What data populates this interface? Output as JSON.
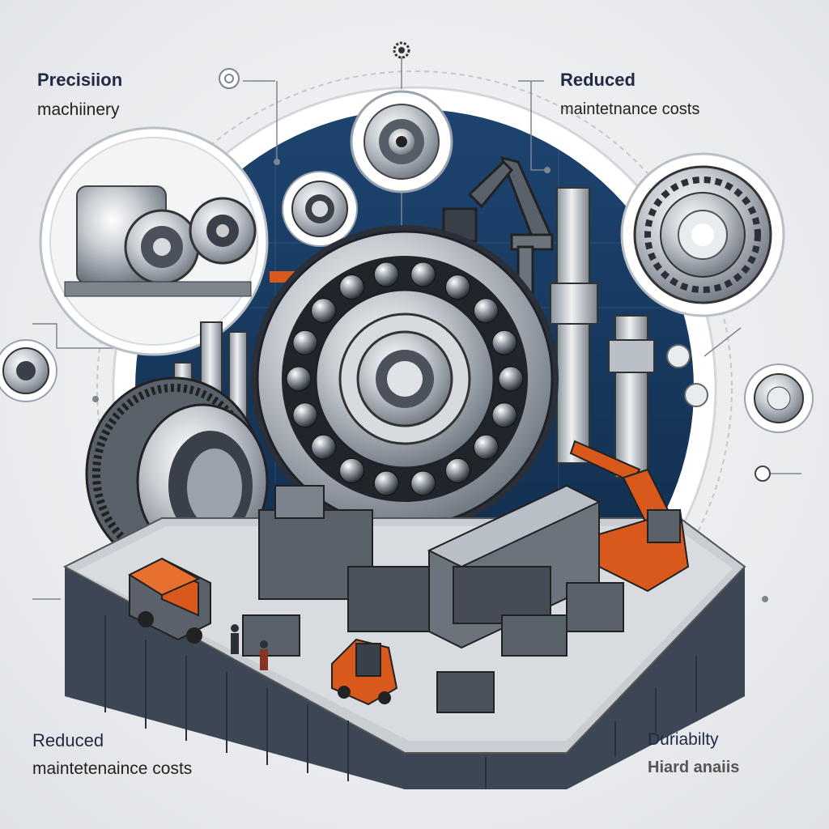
{
  "labels": {
    "top_left": {
      "line1": "Precisiion",
      "line2": "machiinery"
    },
    "top_right": {
      "line1": "Reduced",
      "line2": "maintetnance costs"
    },
    "bottom_left": {
      "line1": "Reduced",
      "line2": "maintetenaince costs"
    },
    "bottom_right": {
      "line1": "Duriabilty",
      "line2": "Hiard anaiis"
    }
  },
  "colors": {
    "navy": "#17365a",
    "steel": "#9aa3ad",
    "dark_steel": "#4a525c",
    "accent_orange": "#d9581c",
    "platform": "#3d4654"
  },
  "icons": [
    "bearing-icon",
    "gear-icon",
    "crane-icon",
    "truck-icon",
    "factory-icon",
    "worker-icon"
  ]
}
